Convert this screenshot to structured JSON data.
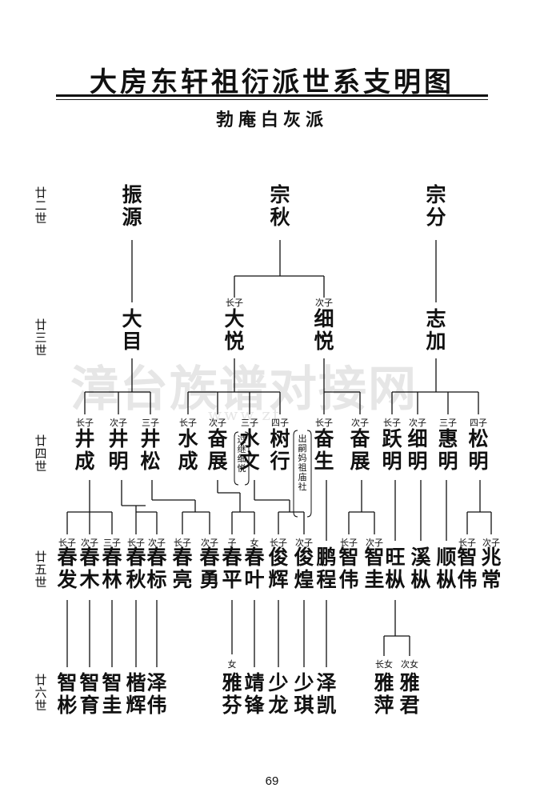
{
  "title": "大房东轩祖衍派世系支明图",
  "subtitle": "勃庵白灰派",
  "watermark": "漳台族谱对接网",
  "watermark_url": "www.zt",
  "page_number": "69",
  "generations": [
    "廿二世",
    "廿三世",
    "廿四世",
    "廿五世",
    "廿六世"
  ],
  "g22": [
    "振源",
    "宗秋",
    "宗分"
  ],
  "g23": [
    {
      "label": "",
      "name": "大目"
    },
    {
      "label": "长子",
      "name": "大悦"
    },
    {
      "label": "次子",
      "name": "细悦"
    },
    {
      "label": "",
      "name": "志加"
    }
  ],
  "g24": [
    {
      "label": "长子",
      "name": "井成"
    },
    {
      "label": "次子",
      "name": "井明"
    },
    {
      "label": "三子",
      "name": "井松"
    },
    {
      "label": "长子",
      "name": "水成"
    },
    {
      "label": "次子",
      "name": "奋展"
    },
    {
      "label": "三子",
      "name": "水文"
    },
    {
      "label": "四子",
      "name": "树行"
    },
    {
      "label": "长子",
      "name": "奋生"
    },
    {
      "label": "次子",
      "name": "奋展"
    },
    {
      "label": "长子",
      "name": "跃明"
    },
    {
      "label": "次子",
      "name": "细明"
    },
    {
      "label": "三子",
      "name": "惠明"
    },
    {
      "label": "四子",
      "name": "松明"
    }
  ],
  "notes": {
    "n1": "过继细悦",
    "n2": "出嗣妈祖庙社"
  },
  "g25": [
    {
      "label": "长子",
      "name": "春发"
    },
    {
      "label": "次子",
      "name": "春木"
    },
    {
      "label": "三子",
      "name": "春林"
    },
    {
      "label": "长子",
      "name": "春秋"
    },
    {
      "label": "次子",
      "name": "春标"
    },
    {
      "label": "长子",
      "name": "春亮"
    },
    {
      "label": "次子",
      "name": "春勇"
    },
    {
      "label": "子",
      "name": "春平"
    },
    {
      "label": "女",
      "name": "春叶"
    },
    {
      "label": "长子",
      "name": "俊辉"
    },
    {
      "label": "次子",
      "name": "俊煌"
    },
    {
      "label": "",
      "name": "鹏程"
    },
    {
      "label": "长子",
      "name": "智伟"
    },
    {
      "label": "次子",
      "name": "智圭"
    },
    {
      "label": "",
      "name": "旺枞"
    },
    {
      "label": "",
      "name": "溪枞"
    },
    {
      "label": "",
      "name": "顺枞"
    },
    {
      "label": "长子",
      "name": "智伟"
    },
    {
      "label": "次子",
      "name": "兆常"
    }
  ],
  "g26": [
    {
      "label": "",
      "name": "智彬"
    },
    {
      "label": "",
      "name": "智育"
    },
    {
      "label": "",
      "name": "智圭"
    },
    {
      "label": "",
      "name": "楷辉"
    },
    {
      "label": "",
      "name": "泽伟"
    },
    {
      "label": "女",
      "name": "雅芬"
    },
    {
      "label": "",
      "name": "靖锋"
    },
    {
      "label": "",
      "name": "少龙"
    },
    {
      "label": "",
      "name": "少琪"
    },
    {
      "label": "",
      "name": "泽凯"
    },
    {
      "label": "长女",
      "name": "雅萍"
    },
    {
      "label": "次女",
      "name": "雅君"
    }
  ]
}
